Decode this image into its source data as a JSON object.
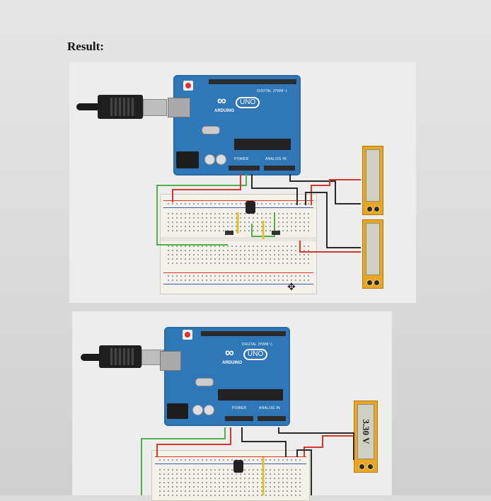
{
  "page": {
    "heading": "Result:"
  },
  "simulation_1": {
    "board": {
      "brand": "ARDUINO",
      "model": "UNO",
      "digital_label": "DIGITAL (PWM~)",
      "power_label": "POWER",
      "analog_label": "ANALOG IN"
    },
    "meter_top": {
      "reading": ""
    },
    "meter_bottom": {
      "reading": ""
    }
  },
  "simulation_2": {
    "board": {
      "brand": "ARDUINO",
      "model": "UNO",
      "digital_label": "DIGITAL (PWM~)",
      "power_label": "POWER",
      "analog_label": "ANALOG IN"
    },
    "meter": {
      "reading": "3.30 V"
    }
  },
  "colors": {
    "board": "#2f77b6",
    "meter": "#e9a623",
    "wire_red": "#d9362b",
    "wire_black": "#2a2a2a",
    "wire_green": "#4bb34a",
    "wire_yellow": "#e3c12d"
  },
  "icons": {
    "cursor": "move-cursor-icon",
    "cable": "usb-cable-icon"
  }
}
